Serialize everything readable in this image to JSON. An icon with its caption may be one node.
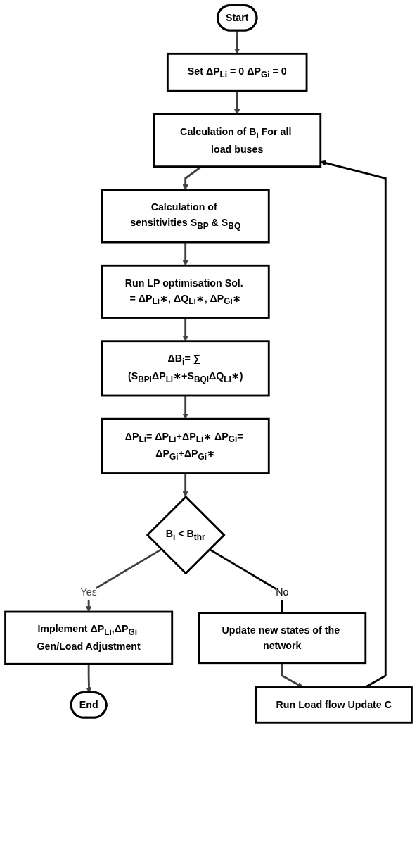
{
  "diagram": {
    "nodes": [
      {
        "text": [
          "Start"
        ]
      },
      {
        "text": [
          "Set ΔP$_{Li}$ = 0 ΔP$_{Gi}$ = 0"
        ]
      },
      {
        "text": [
          "Calculation of B$_{i}$ For all load buses"
        ]
      },
      {
        "text": [
          "Calculation of sensitivities S$_{BP}$ & S$_{BQ}$"
        ]
      },
      {
        "text": [
          "Run LP optimisation Sol. = ΔP$_{Li}$∗, ΔQ$_{Li}$∗, ΔP$_{Gi}$∗"
        ]
      },
      {
        "text": [
          "ΔB$_{i}$= ∑ (S$_{BPi}$ΔP$_{Li}$∗+S$_{BQi}$ΔQ$_{Li}$∗)"
        ]
      },
      {
        "text": [
          "ΔP$_{Li}$= ΔP$_{Li}$+ΔP$_{Li}$∗ ΔP$_{Gi}$= ΔP$_{Gi}$+ΔP$_{Gi}$∗"
        ]
      },
      {
        "text": [
          "B$_{i}$ < B$_{thr}$"
        ]
      },
      {
        "text": [
          "Implement ΔP$_{Li}$,ΔP$_{Gi}$ Gen/Load Adjustment"
        ]
      },
      {
        "text": [
          "End"
        ]
      },
      {
        "text": [
          "Run Load flow Update C"
        ]
      },
      {
        "text": [
          "Update new states of the network"
        ]
      }
    ],
    "edges": [
      {
        "from": 0,
        "to": 1,
        "arrow": "to"
      },
      {
        "from": 1,
        "to": 2,
        "arrow": "to"
      },
      {
        "from": 2,
        "to": 3,
        "arrow": "to"
      },
      {
        "from": 3,
        "to": 4,
        "arrow": "to"
      },
      {
        "from": 4,
        "to": 5,
        "arrow": "to"
      },
      {
        "from": 5,
        "to": 6,
        "arrow": "to"
      },
      {
        "from": 6,
        "to": 7,
        "arrow": "to"
      },
      {
        "from": 7,
        "to": 8,
        "arrow": "to",
        "label": "Yes"
      },
      {
        "from": 8,
        "to": 9,
        "arrow": "to"
      },
      {
        "from": 7,
        "to": 11,
        "arrow": "none",
        "label": "No",
        "color": "#000000"
      },
      {
        "from": 11,
        "to": 10,
        "arrow": "to"
      },
      {
        "from": 10,
        "to": 2,
        "arrow": "to",
        "color": "#000000"
      }
    ]
  }
}
